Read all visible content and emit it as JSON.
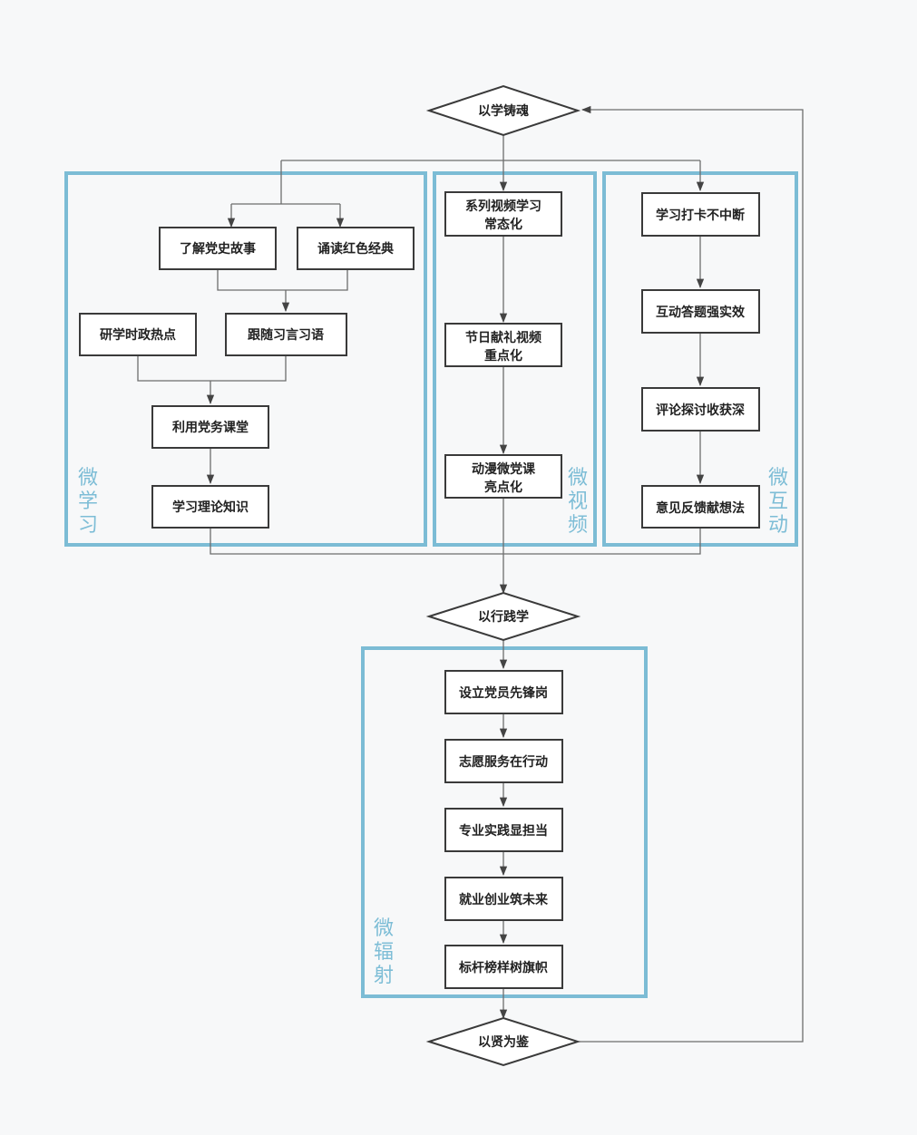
{
  "diamonds": {
    "top": "以学铸魂",
    "middle": "以行践学",
    "bottom": "以贤为鉴"
  },
  "sections": {
    "study": {
      "label": "微学习"
    },
    "video": {
      "label": "微视频"
    },
    "interact": {
      "label": "微互动"
    },
    "radiate": {
      "label": "微辐射"
    }
  },
  "nodes": {
    "party_story": "了解党史故事",
    "red_classics": "诵读红色经典",
    "current_affairs": "研学时政热点",
    "follow_sayings": "跟随习言习语",
    "party_classroom": "利用党务课堂",
    "theory": "学习理论知识",
    "video_series": [
      "系列视频学习",
      "常态化"
    ],
    "holiday_video": [
      "节日献礼视频",
      "重点化"
    ],
    "animation": [
      "动漫微党课",
      "亮点化"
    ],
    "checkin": "学习打卡不中断",
    "quiz": "互动答题强实效",
    "comment": "评论探讨收获深",
    "feedback": "意见反馈献想法",
    "pioneer_post": "设立党员先锋岗",
    "volunteer": "志愿服务在行动",
    "practice": "专业实践显担当",
    "employment": "就业创业筑未来",
    "model": "标杆榜样树旗帜"
  },
  "colors": {
    "frame": "#7cbcd5",
    "box_border": "#3a3a3a",
    "wire": "#6d6d6d",
    "background": "#f7f8f9"
  }
}
